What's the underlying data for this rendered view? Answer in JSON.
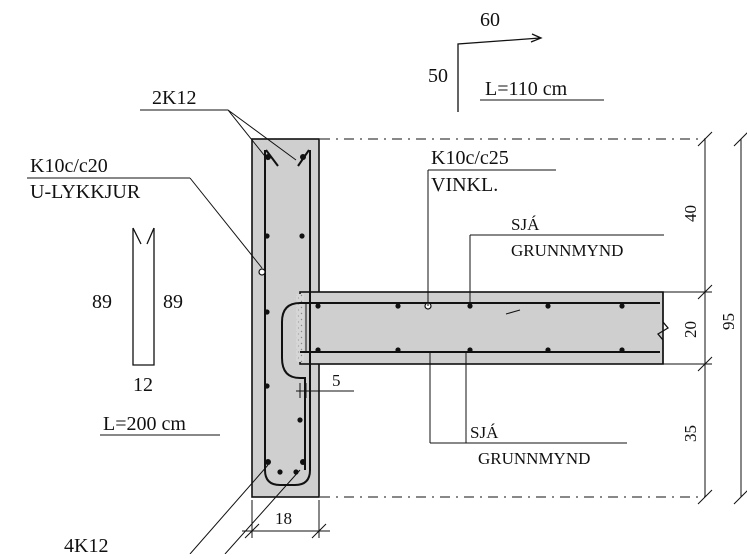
{
  "bend_detail": {
    "top": "60",
    "left": "50",
    "length": "L=110 cm"
  },
  "labels": {
    "top_bars": "2K12",
    "stirrup_code": "K10c/c20",
    "stirrup_type": "U-LYKKJUR",
    "angle_code": "K10c/c25",
    "angle_type": "VINKL.",
    "see_plan_upper_1": "SJÁ",
    "see_plan_upper_2": "GRUNNMYND",
    "see_plan_lower_1": "SJÁ",
    "see_plan_lower_2": "GRUNNMYND",
    "bottom_bars": "4K12"
  },
  "u_shape": {
    "left": "89",
    "right": "89",
    "bottom": "12",
    "length": "L=200 cm"
  },
  "dimensions": {
    "top": "40",
    "slab": "20",
    "total": "95",
    "bottom": "35",
    "gap": "5",
    "width": "18"
  }
}
